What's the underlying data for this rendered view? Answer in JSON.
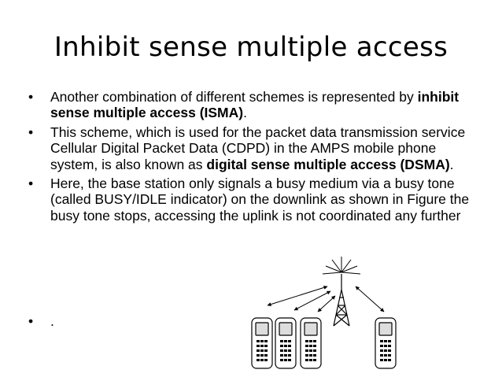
{
  "slide": {
    "title": "Inhibit sense multiple access",
    "bullets": [
      {
        "pre": "Another combination of different schemes is represented by ",
        "bold": "inhibit sense multiple access (ISMA)",
        "post": "."
      },
      {
        "pre": "This scheme, which is used for the packet data transmission service Cellular Digital Packet Data (CDPD) in the AMPS mobile phone system, is also known as ",
        "bold": "digital sense multiple access (DSMA)",
        "post": "."
      },
      {
        "pre": "Here, the base station only signals a busy medium via a busy tone (called BUSY/IDLE indicator) on the downlink  as shown in Figure the busy tone stops, accessing the uplink is not coordinated any further",
        "bold": "",
        "post": ""
      }
    ],
    "last_bullet": ".",
    "bullet_symbol": "•"
  },
  "figure": {
    "icons": [
      "base-station-tower-icon",
      "mobile-phone-icon",
      "signal-arrow-icon"
    ],
    "colors": {
      "stroke": "#000000",
      "fill": "#ffffff"
    }
  }
}
